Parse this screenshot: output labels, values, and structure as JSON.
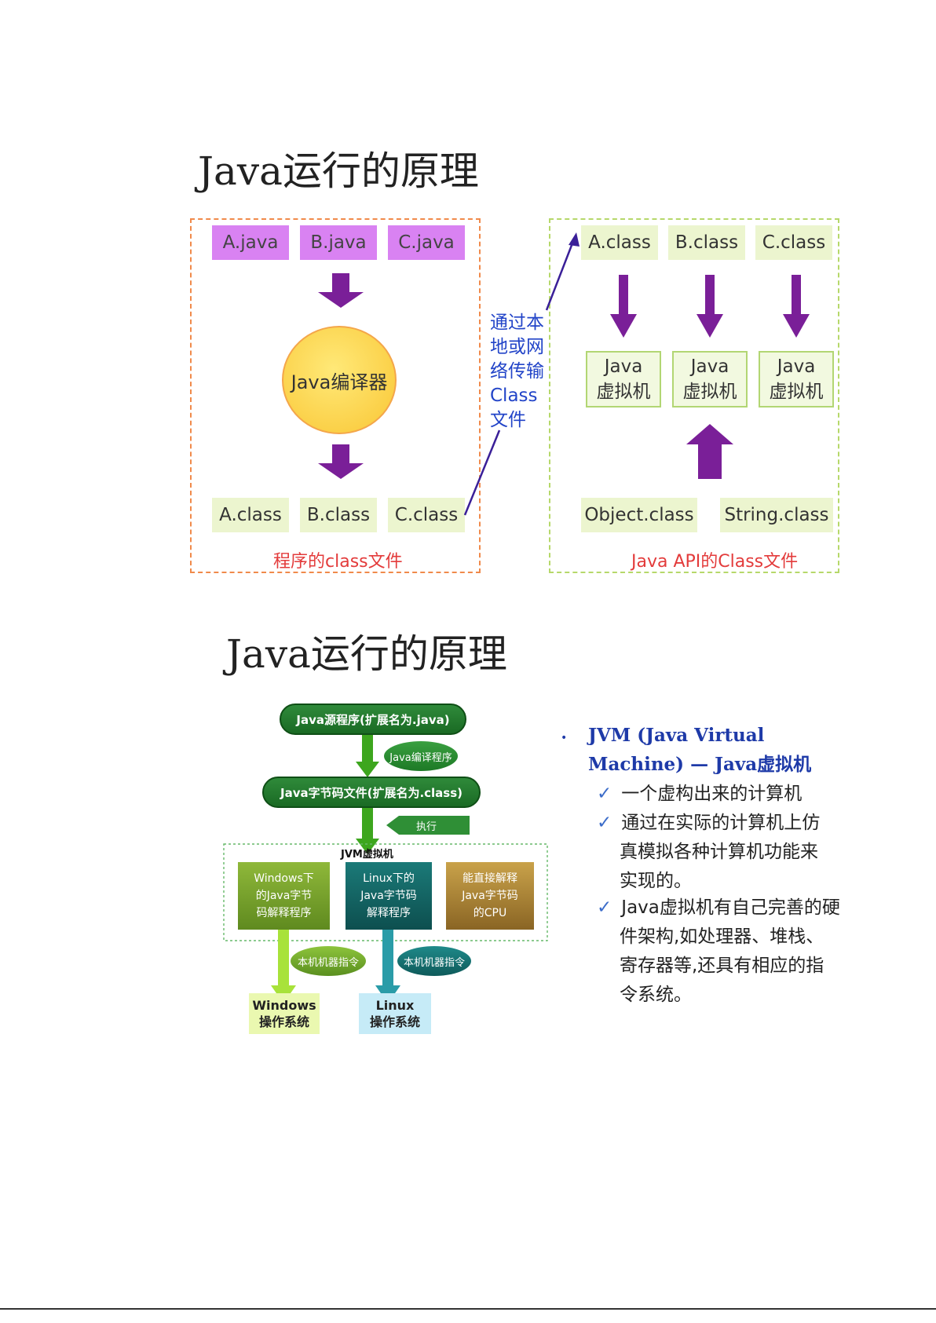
{
  "top": {
    "title": "Java运行的原理",
    "sources": [
      "A.java",
      "B.java",
      "C.java"
    ],
    "compiler": "Java编译器",
    "outputs": [
      "A.class",
      "B.class",
      "C.class"
    ],
    "left_caption": "程序的class文件",
    "transfer_lines": [
      "通过本",
      "地或网",
      "络传输",
      "Class",
      "文件"
    ],
    "loaded_classes": [
      "A.class",
      "B.class",
      "C.class"
    ],
    "vm_boxes": [
      {
        "line1": "Java",
        "line2": "虚拟机"
      },
      {
        "line1": "Java",
        "line2": "虚拟机"
      },
      {
        "line1": "Java",
        "line2": "虚拟机"
      }
    ],
    "api_classes": [
      "Object.class",
      "String.class"
    ],
    "right_caption": "Java API的Class文件"
  },
  "bottom": {
    "title": "Java运行的原理",
    "source_pill": "Java源程序(扩展名为.java)",
    "compile_label": "Java编译程序",
    "bytecode_pill": "Java字节码文件(扩展名为.class)",
    "exec_label": "执行",
    "jvm_label": "JVM虚拟机",
    "tiles": [
      {
        "l1": "Windows下",
        "l2": "的Java字节",
        "l3": "码解释程序"
      },
      {
        "l1": "Linux下的",
        "l2": "Java字节码",
        "l3": "解释程序"
      },
      {
        "l1": "能直接解释",
        "l2": "Java字节码",
        "l3": "的CPU"
      }
    ],
    "native_labels": [
      "本机机器指令",
      "本机机器指令"
    ],
    "os_boxes": [
      {
        "l1": "Windows",
        "l2": "操作系统"
      },
      {
        "l1": "Linux",
        "l2": "操作系统"
      }
    ],
    "jvm_heading_1": "JVM (Java Virtual",
    "jvm_heading_2": "Machine) — Java虚拟机",
    "points": [
      {
        "first": "一个虚构出来的计算机",
        "rest": []
      },
      {
        "first": "通过在实际的计算机上仿",
        "rest": [
          "真模拟各种计算机功能来",
          "实现的。"
        ]
      },
      {
        "first": "Java虚拟机有自己完善的硬",
        "rest": [
          "件架构,如处理器、堆栈、",
          "寄存器等,还具有相应的指",
          "令系统。"
        ]
      }
    ]
  }
}
